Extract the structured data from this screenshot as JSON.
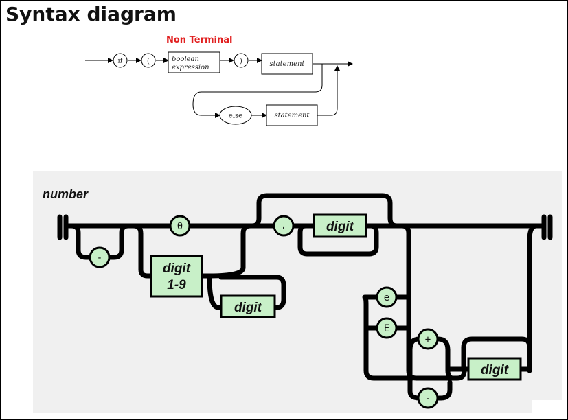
{
  "title": "Syntax diagram",
  "annotation": "Non Terminal",
  "colors": {
    "annotation": "#e11f1f",
    "panel_bg": "#f0f0f0",
    "node_fill": "#c8f0c8",
    "track": "#000000"
  },
  "if_diagram": {
    "if": "if",
    "lparen": "(",
    "condition": [
      "boolean",
      "expression"
    ],
    "rparen": ")",
    "statement": "statement",
    "else": "else",
    "else_statement": "statement"
  },
  "number_diagram": {
    "name": "number",
    "minus": "-",
    "zero": "0",
    "digit_1_9": [
      "digit",
      "1-9"
    ],
    "digit_int": "digit",
    "dot": ".",
    "digit_frac": "digit",
    "exp_lower": "e",
    "exp_upper": "E",
    "plus": "+",
    "exp_minus": "-",
    "digit_exp": "digit"
  }
}
